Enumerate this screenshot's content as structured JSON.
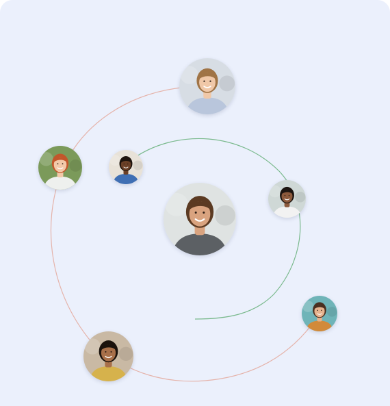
{
  "colors": {
    "background": "#ebf0fc",
    "outer_orbit": "#e5b3aa",
    "inner_orbit": "#79b98c"
  },
  "avatars": [
    {
      "id": "center-student",
      "role": "center",
      "icon": "person-photo",
      "bg": "#dfe3e2",
      "skin": "#d9a37f",
      "hair": "#5b3a22",
      "shirt": "#5c6064"
    },
    {
      "id": "top-student",
      "icon": "person-photo",
      "bg": "#d7dde4",
      "skin": "#f0c8a8",
      "hair": "#a07446",
      "shirt": "#b9c6dc"
    },
    {
      "id": "left-student",
      "icon": "person-photo",
      "bg": "#7b9a5a",
      "skin": "#f3c9a9",
      "hair": "#c2572b",
      "shirt": "#eef0ee"
    },
    {
      "id": "inner-left-student",
      "icon": "person-photo",
      "bg": "#e8e2d8",
      "skin": "#6b4027",
      "hair": "#1e140e",
      "shirt": "#3f6fb4"
    },
    {
      "id": "right-student",
      "icon": "person-photo",
      "bg": "#cfd8d6",
      "skin": "#8d5a3c",
      "hair": "#1c1410",
      "shirt": "#f2f2f2"
    },
    {
      "id": "lower-right-student",
      "icon": "person-photo",
      "bg": "#6fb4b8",
      "skin": "#e6b38e",
      "hair": "#4a2f1f",
      "shirt": "#d18a3a"
    },
    {
      "id": "bottom-left-student",
      "icon": "person-photo",
      "bg": "#c9b9a4",
      "skin": "#a8704a",
      "hair": "#1a120c",
      "shirt": "#d6b24c"
    }
  ]
}
